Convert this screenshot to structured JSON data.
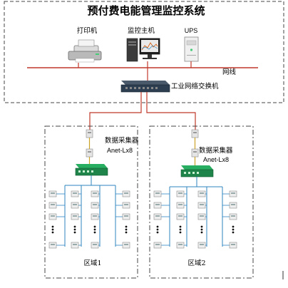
{
  "title": "预付费电能管理监控系统",
  "devices": {
    "printer": "打印机",
    "host": "监控主机",
    "ups": "UPS"
  },
  "network": {
    "line": "网线",
    "switch": "工业网络交换机"
  },
  "regions": [
    {
      "collector_name": "数据采集器",
      "collector_model": "Anet-Lx8",
      "label": "区域1"
    },
    {
      "collector_name": "数据采集器",
      "collector_model": "Anet-Lx8",
      "label": "区域2"
    }
  ],
  "colors": {
    "network_line": "#c0392b",
    "bus_line": "#2e86c1",
    "switch_body": "#2c3e50"
  }
}
